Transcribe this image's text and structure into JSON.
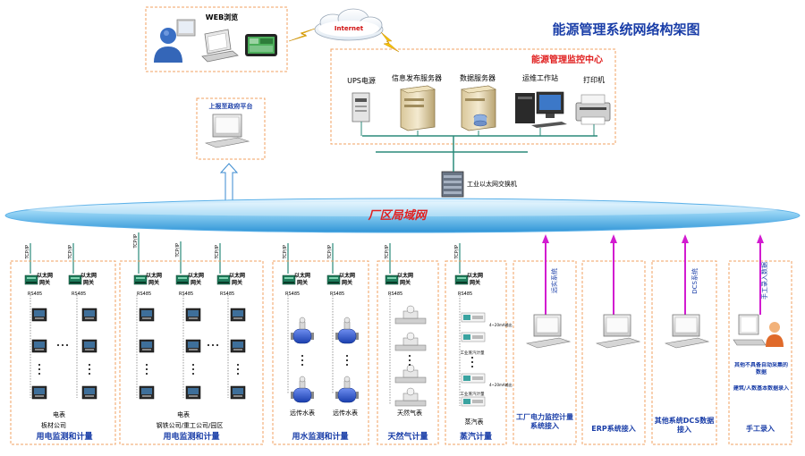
{
  "title": "能源管理系统网络构架图",
  "web": {
    "label": "WEB浏览",
    "internet": "Internet"
  },
  "center": {
    "title": "能源管理监控中心",
    "devices": [
      "UPS电源",
      "信息发布服务器",
      "数据服务器",
      "运维工作站",
      "打印机"
    ]
  },
  "gov": {
    "label": "上报至政府平台"
  },
  "switch": {
    "label": "工业以太网交换机"
  },
  "lan": {
    "label": "厂区局域网"
  },
  "tcp": "TCP/IP",
  "gateway": "以太网网关",
  "rs485": "RS485",
  "sections": [
    {
      "title": "用电监测和计量",
      "meter": "电表",
      "company": "板材公司"
    },
    {
      "title": "用电监测和计量",
      "meter": "电表",
      "company": "钢铁公司/重工公司/园区"
    },
    {
      "title": "用水监测和计量",
      "meters": [
        "远传水表",
        "远传水表"
      ]
    },
    {
      "title": "天然气计量",
      "meter": "天然气表"
    },
    {
      "title": "蒸汽计量",
      "meter": "蒸汽表",
      "sublabels": [
        "工业蒸汽计量",
        "工业蒸汽计量"
      ],
      "ports": [
        "4~20mA输出",
        "4~20mA输出"
      ]
    }
  ],
  "ext": [
    {
      "title": "工厂电力监控计量系统接入",
      "vertical": "远实系统"
    },
    {
      "title": "ERP系统接入"
    },
    {
      "title": "其他系统DCS数据接入",
      "vertical": "DCS系统"
    },
    {
      "title": "手工录入",
      "vertical": "手工录入数据",
      "notes": [
        "其他不具备自动采集的数据",
        "建筑/人数基本数据录入"
      ]
    }
  ]
}
